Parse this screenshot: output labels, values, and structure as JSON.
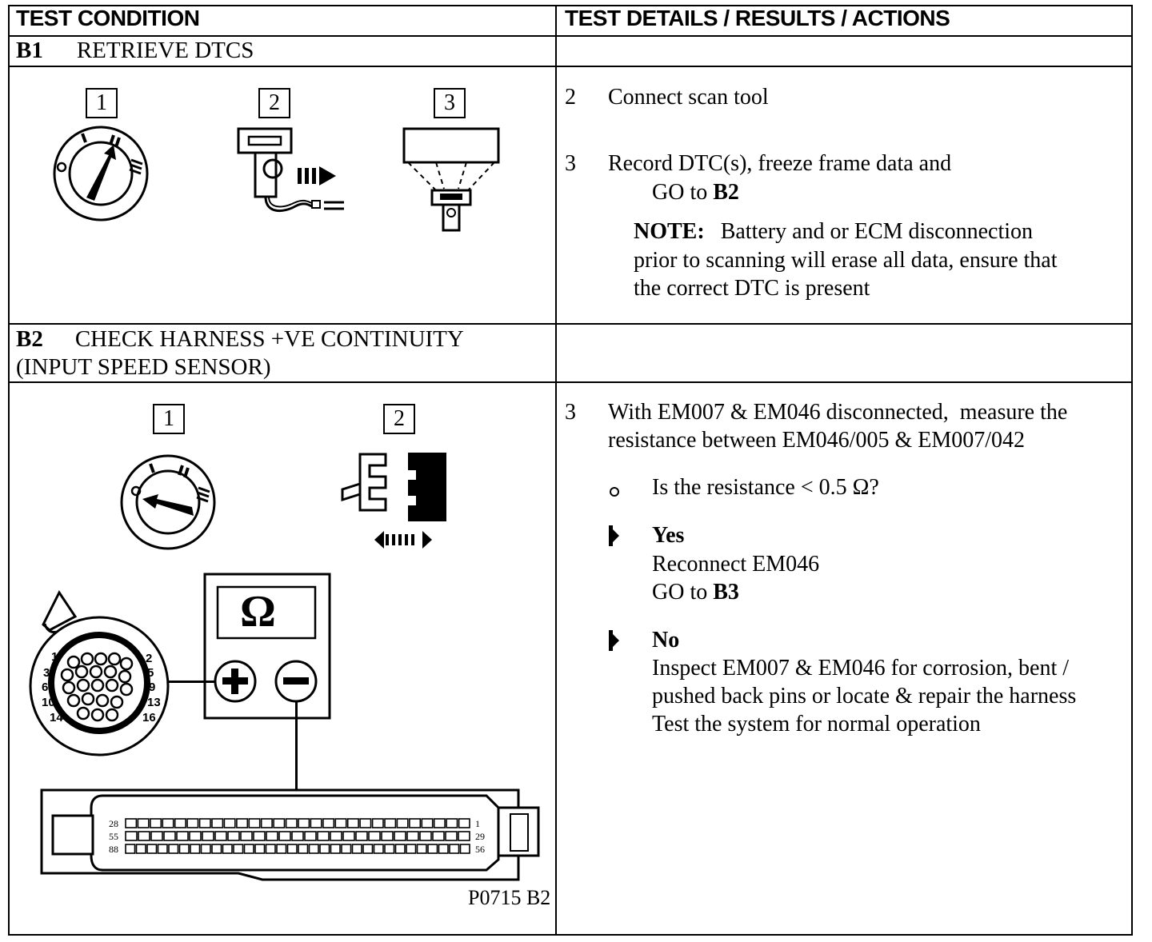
{
  "header": {
    "col_left": "TEST CONDITION",
    "col_right": "TEST DETAILS / RESULTS / ACTIONS"
  },
  "b1": {
    "code": "B1",
    "title": "RETRIEVE DTCS",
    "step_boxes": [
      "1",
      "2",
      "3"
    ],
    "steps": [
      {
        "num": "2",
        "text": "Connect scan tool"
      },
      {
        "num": "3",
        "text": "Record DTC(s), freeze frame data and",
        "goto_prefix": "GO to ",
        "goto_target": "B2"
      }
    ],
    "note": {
      "label": "NOTE:",
      "line1": "Battery and or ECM disconnection",
      "line2": "prior to scanning will erase all data, ensure that",
      "line3": "the correct DTC is present"
    }
  },
  "b2": {
    "code": "B2",
    "title": "CHECK HARNESS +VE CONTINUITY",
    "title_line2": "(INPUT SPEED SENSOR)",
    "step_boxes": [
      "1",
      "2"
    ],
    "step_num": "3",
    "step_line1": "With EM007 & EM046 disconnected,  measure the",
    "step_line2": "resistance between EM046/005 & EM007/042",
    "question": "Is the resistance < 0.5 Ω?",
    "yes": {
      "label": "Yes",
      "line1": "Reconnect EM046",
      "goto_prefix": "GO to ",
      "goto_target": "B3"
    },
    "no": {
      "label": "No",
      "line1": "Inspect EM007 & EM046 for corrosion, bent /",
      "line2": "pushed back pins or locate & repair the harness",
      "line3": "Test the system for normal operation"
    },
    "meter_symbol": "Ω",
    "connector_pins": [
      "1",
      "2",
      "3",
      "5",
      "6",
      "9",
      "10",
      "13",
      "14",
      "16"
    ],
    "ecm_pins": [
      "28",
      "1",
      "55",
      "29",
      "88",
      "56"
    ],
    "figure_caption": "P0715 B2"
  }
}
